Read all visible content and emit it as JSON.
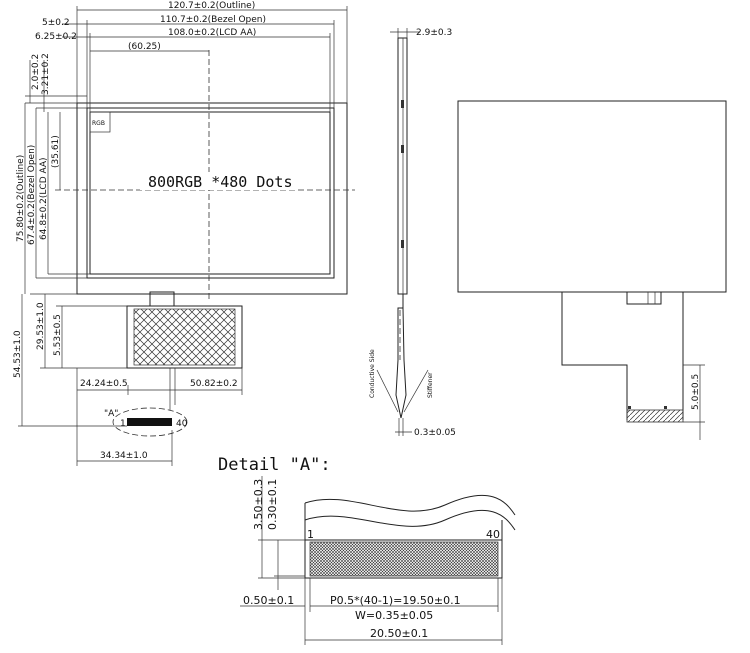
{
  "dims": {
    "outline_w": "120.7±0.2(Outline)",
    "bezel_w": "110.7±0.2(Bezel Open)",
    "lcd_w": "108.0±0.2(LCD AA)",
    "center_w": "(60.25)",
    "left_5": "5±0.2",
    "left_625": "6.25±0.2",
    "top_20": "2.0±0.2",
    "top_321": "3.21±0.2",
    "outline_h": "75.80±0.2(Outline)",
    "bezel_h": "67.4±0.2(Bezel Open)",
    "lcd_h": "64.8±0.2(LCD AA)",
    "center_h": "(35.61)",
    "fpc_total": "54.53±1.0",
    "fpc_2953": "29.53±1.0",
    "fpc_553": "5.53±0.5",
    "fpc_left": "24.24±0.5",
    "fpc_right": "50.82±0.2",
    "fpc_tail": "34.34±1.0",
    "thick": "2.9±0.3",
    "side_03": "0.3±0.05",
    "right_50": "5.0±0.5"
  },
  "labels": {
    "rgb": "RGB",
    "resolution": "800RGB *480 Dots",
    "detail_ref": "\"A\"",
    "pin_first": "1",
    "pin_last": "40",
    "conductive": "Conductive Side",
    "stiffener": "Stiffener"
  },
  "detail": {
    "title": "Detail \"A\":",
    "d_350": "3.50±0.3",
    "d_030": "0.30±0.1",
    "d_050": "0.50±0.1",
    "pitch": "P0.5*(40-1)=19.50±0.1",
    "width": "W=0.35±0.05",
    "total": "20.50±0.1",
    "pin_first": "1",
    "pin_last": "40"
  }
}
